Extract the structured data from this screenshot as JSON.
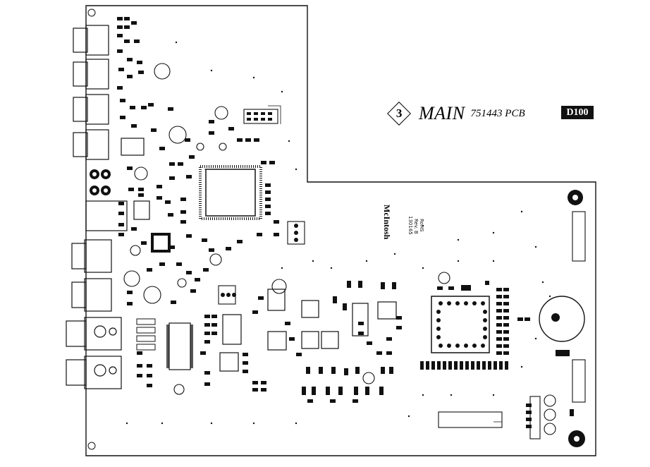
{
  "title": {
    "sheet_number": "3",
    "main_label": "MAIN",
    "part_label": "751443 PCB",
    "model": "D100"
  },
  "board_marking": {
    "logo": "McIntosh",
    "code": "130165",
    "rev": "Rev. B",
    "rohs": "RoHS"
  },
  "colors": {
    "ink": "#111111",
    "paper": "#ffffff"
  }
}
